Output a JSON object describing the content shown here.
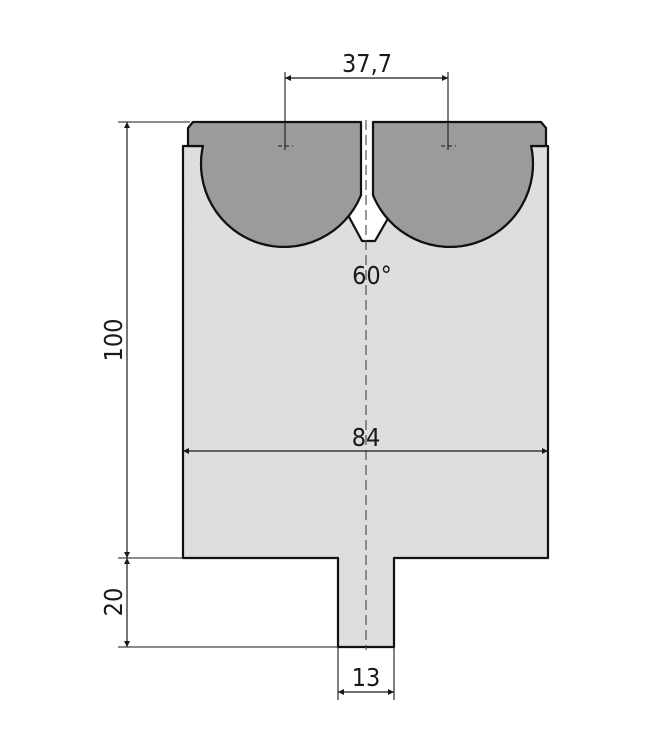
{
  "colors": {
    "body_fill": "#dedede",
    "roller_fill": "#9b9b9b",
    "outline": "#111111",
    "background": "#ffffff"
  },
  "dimensions": {
    "roller_spacing": "37,7",
    "v_angle": "60°",
    "body_width": "84",
    "body_height": "100",
    "tang_height": "20",
    "tang_width": "13"
  }
}
